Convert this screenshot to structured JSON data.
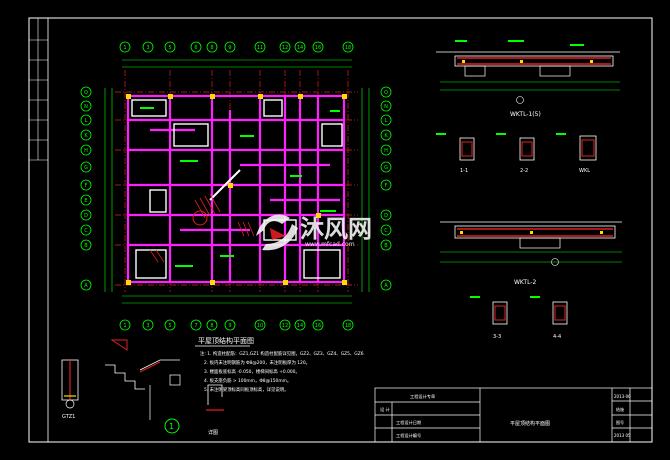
{
  "plan": {
    "title": "平屋顶结构平面图",
    "grid_top": [
      "1",
      "3",
      "5",
      "6",
      "8",
      "9",
      "11",
      "12",
      "14",
      "16",
      "18"
    ],
    "grid_bottom": [
      "1",
      "3",
      "5",
      "7",
      "8",
      "9",
      "10",
      "12",
      "14",
      "16",
      "18"
    ],
    "grid_left": [
      "Q",
      "N",
      "L",
      "K",
      "H",
      "G",
      "F",
      "E",
      "D",
      "C",
      "B",
      "A"
    ],
    "grid_right": [
      "Q",
      "N",
      "L",
      "K",
      "H",
      "G",
      "F",
      "D",
      "C",
      "B",
      "A"
    ],
    "notes": [
      "注: 1. 构造柱配筋：GZ1,GZ1 构造柱配筋详见图，GZ2、GZ3、GZ4、GZ5、GZ6",
      "2. 板内未注明钢筋为 Φ8@200，未注明板厚为 120。",
      "3. 楼面板底标高 -0.050，楼梯间标高 +0.000。",
      "4. 板支座负筋 > 100mm，Φ8@150mm。",
      "5. 未注明梁顶标高同板顶标高，详见说明。"
    ]
  },
  "sections": {
    "wktl1_label": "WKTL-1(5)",
    "wktl2_label": "WKTL-2",
    "row1_labels": [
      "1-1",
      "2-2",
      "WKL"
    ],
    "row2_labels": [
      "3-3",
      "4-4"
    ],
    "gz_label": "GTZ1",
    "circle_label": "1",
    "detail_label": "详图"
  },
  "title_block": {
    "row1": "工程设计专章",
    "row2": "设 计",
    "row3": "工程设计日期",
    "row4": "工程设计编号",
    "drawing_name": "平屋顶结构平面图",
    "r1": "2013-06",
    "r2": "结施",
    "r3": "图号",
    "r4": "2013 05"
  },
  "watermark": {
    "text": "沐风网",
    "url": "www.mfcad.com"
  }
}
